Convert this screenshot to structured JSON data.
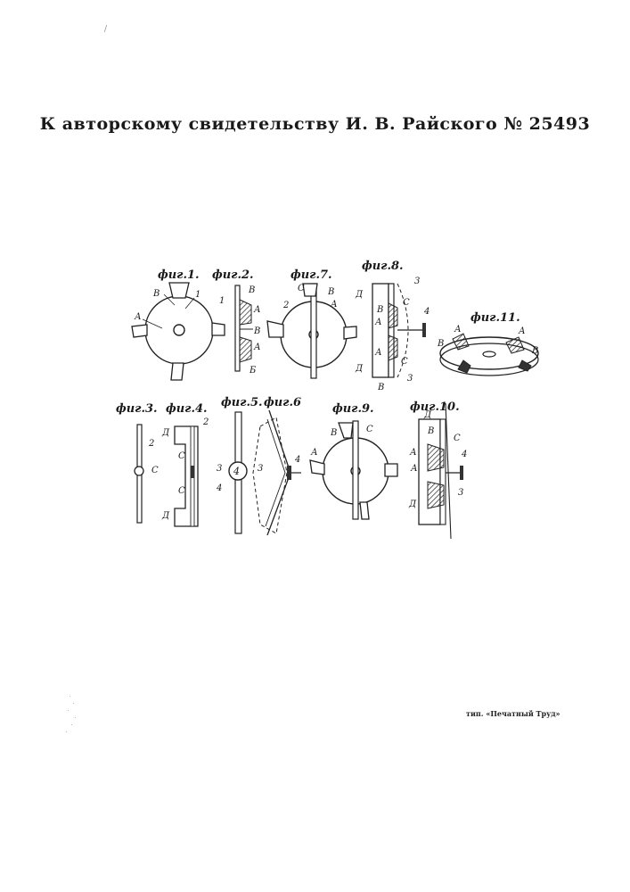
{
  "document": {
    "title": "К авторскому свидетельству И. В. Райского № 25493",
    "imprint": "тип. «Печатный Труд»",
    "speck": "/"
  },
  "figures": {
    "fig1": {
      "caption": "фиг.1.",
      "labels": [
        "В",
        "1",
        "А"
      ]
    },
    "fig2": {
      "caption": "фиг.2.",
      "labels": [
        "1",
        "В",
        "А",
        "В",
        "А",
        "Б"
      ]
    },
    "fig7": {
      "caption": "фиг.7.",
      "labels": [
        "С",
        "В",
        "2",
        "А"
      ]
    },
    "fig8": {
      "caption": "фиг.8.",
      "labels": [
        "Д",
        "В",
        "3",
        "С",
        "А",
        "А",
        "4",
        "С",
        "Д",
        "В",
        "3"
      ]
    },
    "fig11": {
      "caption": "фиг.11.",
      "labels": [
        "А",
        "А",
        "В",
        "В"
      ]
    },
    "fig3": {
      "caption": "фиг.3.",
      "labels": [
        "2",
        "С"
      ]
    },
    "fig4": {
      "caption": "фиг.4.",
      "labels": [
        "Д",
        "2",
        "С",
        "С",
        "Д"
      ]
    },
    "fig5": {
      "caption": "фиг.5.",
      "labels": [
        "3",
        "4",
        "4"
      ]
    },
    "fig6": {
      "caption": "фиг.6",
      "labels": [
        "3",
        "4"
      ]
    },
    "fig9": {
      "caption": "фиг.9.",
      "labels": [
        "В",
        "С",
        "А"
      ]
    },
    "fig10": {
      "caption": "фиг.10.",
      "labels": [
        "Д",
        "В",
        "С",
        "А",
        "А",
        "4",
        "Д",
        "3"
      ]
    }
  }
}
